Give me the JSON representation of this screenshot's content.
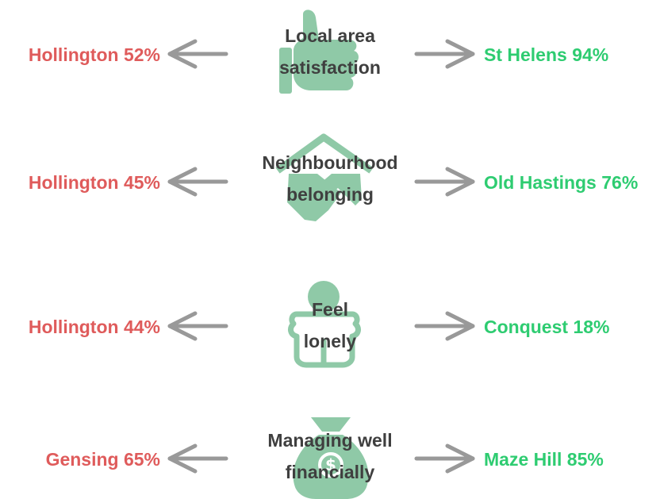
{
  "rows": [
    {
      "icon": "thumbs-up-icon",
      "label_lines": [
        "Local area",
        "satisfaction"
      ],
      "left": "Hollington 52%",
      "right": "St Helens 94%"
    },
    {
      "icon": "house-handshake-icon",
      "label_lines": [
        "Neighbourhood",
        "belonging"
      ],
      "left": "Hollington 45%",
      "right": "Old Hastings 76%"
    },
    {
      "icon": "lonely-person-icon",
      "label_lines": [
        "Feel",
        "lonely"
      ],
      "left": "Hollington 44%",
      "right": "Conquest 18%"
    },
    {
      "icon": "money-bag-icon",
      "label_lines": [
        "Managing well",
        "financially"
      ],
      "left": "Gensing 65%",
      "right": "Maze Hill 85%"
    }
  ],
  "colors": {
    "low": "#df5b5b",
    "high": "#2ecc71",
    "icon": "#8fc9a7",
    "arrow": "#999999",
    "label": "#3f3f3f"
  }
}
